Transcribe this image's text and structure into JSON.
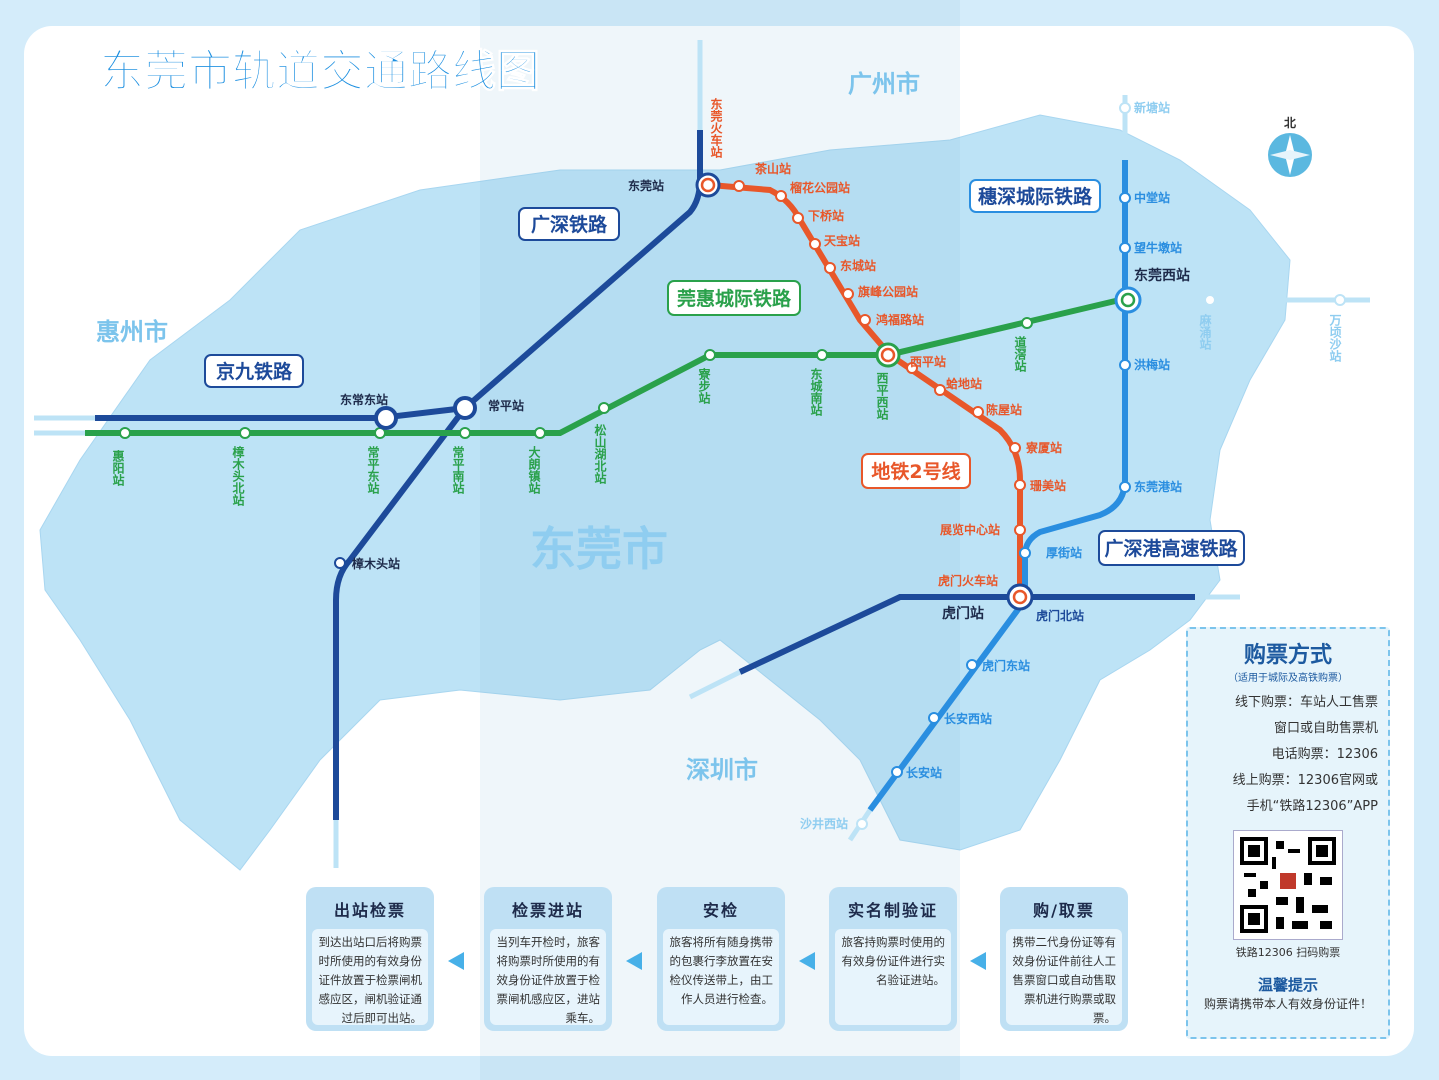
{
  "title": "东莞市轨道交通路线图",
  "cities": {
    "guangzhou": "广州市",
    "huizhou": "惠州市",
    "dongguan": "东莞市",
    "shenzhen": "深圳市"
  },
  "compass": "北",
  "lines": {
    "guangshen": "广深铁路",
    "jingjiu": "京九铁路",
    "guanhui": "莞惠城际铁路",
    "huishen": "穗深城际铁路",
    "metro2": "地铁2号线",
    "gangshenxiang": "广深港高速铁路"
  },
  "stations": {
    "dongguan_huoche": "东莞火车站",
    "dongguan": "东莞站",
    "changping": "常平站",
    "changpingdong": "东常东站",
    "zhangmutou": "樟木头站",
    "chashan": "茶山站",
    "meihua": "榴花公园站",
    "xiaqiao": "下桥站",
    "tianbao": "天宝站",
    "dongcheng": "东城站",
    "qifeng": "旗峰公园站",
    "hongfu": "鸿福路站",
    "xiping": "西平站",
    "xipingxi": "西平西站",
    "gaoshi": "蛤地站",
    "chenwu": "陈屋站",
    "guanrong": "寮厦站",
    "shanmei": "珊美站",
    "zhanlan": "展览中心站",
    "humenhuoche": "虎门火车站",
    "humen": "虎门站",
    "humenbei": "虎门北站",
    "humendong": "虎门东站",
    "changanxi": "长安西站",
    "changan": "长安站",
    "shajingxi": "沙井西站",
    "houjie": "厚街站",
    "donggang": "东莞港站",
    "hongmei": "洪梅站",
    "donguanxi": "东莞西站",
    "wangniudun": "望牛墩站",
    "zhongtang": "中堂站",
    "xintang": "新塘站",
    "daolei": "道滘站",
    "mayong": "麻涌站",
    "nanhua": "东城南站",
    "liaobu": "寮步站",
    "songshan": "松山湖北站",
    "dalang": "大朗镇站",
    "changpingnan": "常平南站",
    "changpingdong2": "常平东站",
    "zhangmutoubei": "樟木头北站",
    "huiyang": "惠阳站",
    "wanqingsha": "万顷沙站"
  },
  "ticket": {
    "title": "购票方式",
    "sub": "（适用于城际及高铁购票）",
    "r1": "线下购票：车站人工售票",
    "r2": "窗口或自助售票机",
    "r3": "电话购票：12306",
    "r4": "线上购票：12306官网或",
    "r5": "手机“铁路12306”APP",
    "qr_caption": "铁路12306 扫码购票",
    "tip_title": "温馨提示",
    "tip": "购票请携带本人有效身份证件！"
  },
  "steps": [
    {
      "h": "购/取票",
      "b": "携带二代身份证等有效身份证件前往人工售票窗口或自动售取票机进行购票或取票。"
    },
    {
      "h": "实名制验证",
      "b": "旅客持购票时使用的有效身份证件进行实名验证进站。"
    },
    {
      "h": "安检",
      "b": "旅客将所有随身携带的包裹行李放置在安检仪传送带上，由工作人员进行检查。"
    },
    {
      "h": "检票进站",
      "b": "当列车开检时，旅客将购票时所使用的有效身份证件放置于检票闸机感应区，进站乘车。"
    },
    {
      "h": "出站检票",
      "b": "到达出站口后将购票时所使用的有效身份证件放置于检票闸机感应区，闸机验证通过后即可出站。"
    }
  ],
  "colors": {
    "navy": "#1d4a9a",
    "green": "#2aa14b",
    "orange": "#e8572a",
    "blue": "#2a8ee0",
    "land": "#bde3f6"
  }
}
